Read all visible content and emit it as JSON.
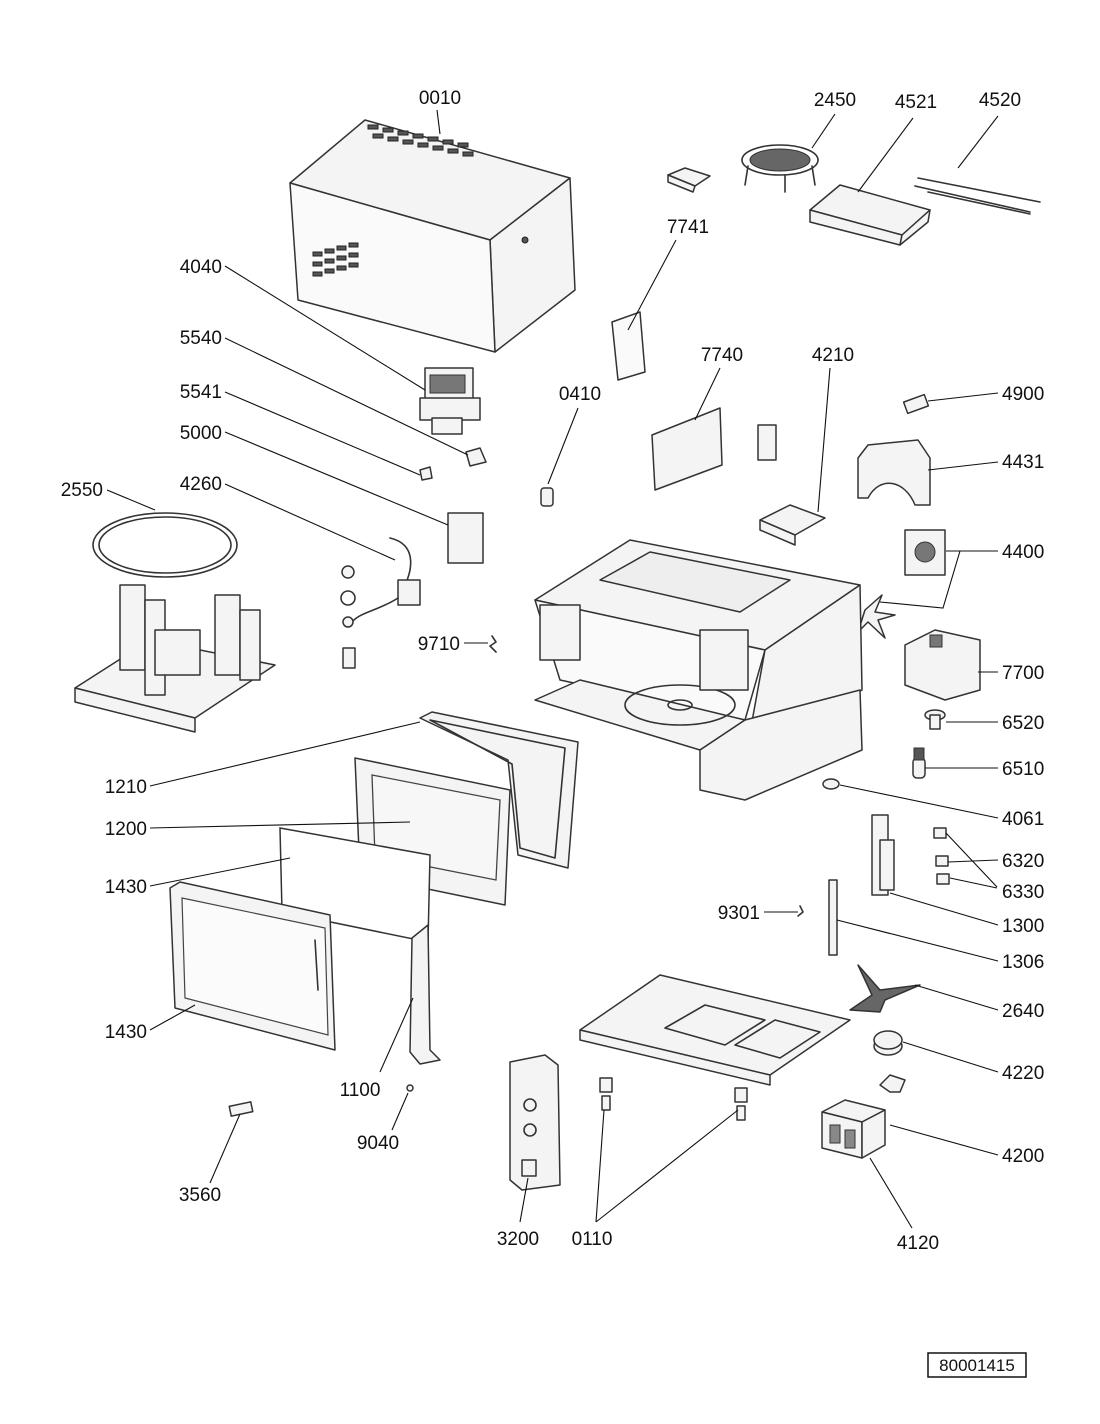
{
  "document_number": "80001415",
  "part_labels": {
    "l0010": "0010",
    "l2450": "2450",
    "l4521": "4521",
    "l4520": "4520",
    "l7741": "7741",
    "l4040": "4040",
    "l5540": "5540",
    "l5541": "5541",
    "l5000": "5000",
    "l2550": "2550",
    "l4260": "4260",
    "l0410": "0410",
    "l7740": "7740",
    "l4210": "4210",
    "l4900": "4900",
    "l4431": "4431",
    "l4400": "4400",
    "l9710": "9710",
    "l7700": "7700",
    "l6520": "6520",
    "l6510": "6510",
    "l1210": "1210",
    "l4061": "4061",
    "l1200": "1200",
    "l6320": "6320",
    "l6330": "6330",
    "l1430a": "1430",
    "l9301": "9301",
    "l1300": "1300",
    "l1306": "1306",
    "l2640": "2640",
    "l1430b": "1430",
    "l1100": "1100",
    "l4220": "4220",
    "l9040": "9040",
    "l4200": "4200",
    "l3560": "3560",
    "l3200": "3200",
    "l0110": "0110",
    "l4120": "4120"
  }
}
